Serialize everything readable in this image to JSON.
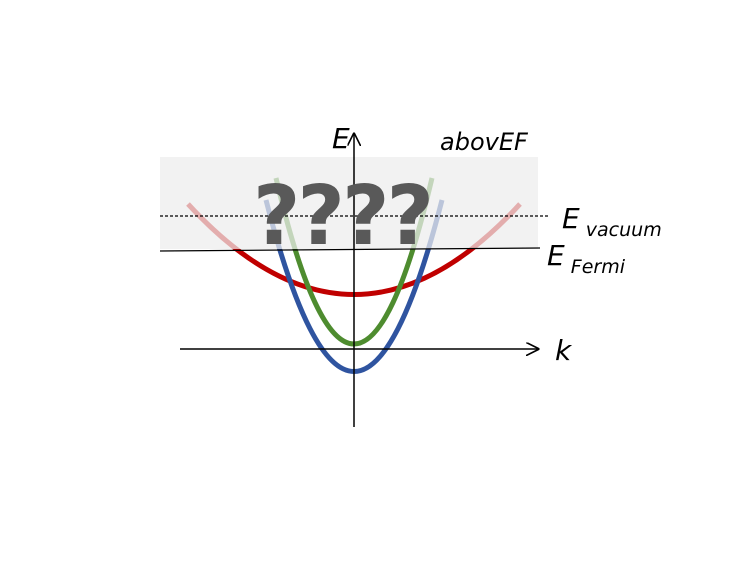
{
  "labels": {
    "energy_axis": "E",
    "momentum_axis": "k",
    "above_region": "abovEF",
    "vacuum_main": "E",
    "vacuum_sub": "vacuum",
    "fermi_main": "E",
    "fermi_sub": "Fermi",
    "unknown": "????"
  },
  "bands": [
    {
      "name": "red",
      "color": "#c00000"
    },
    {
      "name": "green",
      "color": "#4e8c2f"
    },
    {
      "name": "blue",
      "color": "#2f54a0"
    }
  ],
  "colors": {
    "region_fill": "#f2f2f2",
    "axes": "#000000",
    "question_marks": "#595959"
  }
}
